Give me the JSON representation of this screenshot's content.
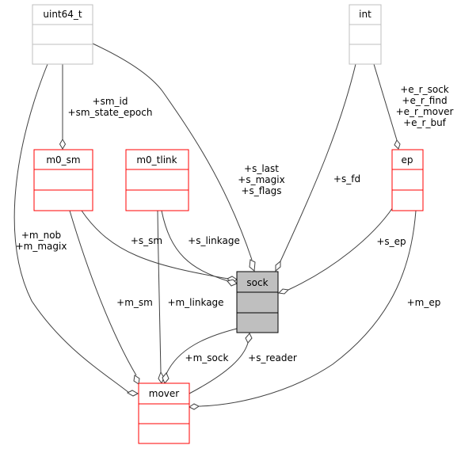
{
  "nodes": {
    "uint64_t": {
      "title": "uint64_t",
      "border": "#bfbfbf",
      "fill": "#ffffff"
    },
    "int": {
      "title": "int",
      "border": "#bfbfbf",
      "fill": "#ffffff"
    },
    "m0_sm": {
      "title": "m0_sm",
      "border": "#ff0000",
      "fill": "#ffffff"
    },
    "m0_tlink": {
      "title": "m0_tlink",
      "border": "#ff0000",
      "fill": "#ffffff"
    },
    "ep": {
      "title": "ep",
      "border": "#ff0000",
      "fill": "#ffffff"
    },
    "sock": {
      "title": "sock",
      "border": "#000000",
      "fill": "#bfbfbf"
    },
    "mover": {
      "title": "mover",
      "border": "#ff0000",
      "fill": "#ffffff"
    }
  },
  "edges": {
    "uint64_to_m0sm": [
      "+sm_id",
      "+sm_state_epoch"
    ],
    "uint64_to_sock": [
      "+s_last",
      "+s_magix",
      "+s_flags"
    ],
    "uint64_to_mover": [
      "+m_nob",
      "+m_magix"
    ],
    "int_to_ep": [
      "+e_r_sock",
      "+e_r_find",
      "+e_r_mover",
      "+e_r_buf"
    ],
    "int_to_sock": [
      "+s_fd"
    ],
    "m0sm_to_sock": [
      "+s_sm"
    ],
    "m0tlink_to_sock": [
      "+s_linkage"
    ],
    "ep_to_sock": [
      "+s_ep"
    ],
    "m0sm_to_mover": [
      "+m_sm"
    ],
    "m0tlink_to_mover": [
      "+m_linkage"
    ],
    "sock_to_mover": [
      "+m_sock"
    ],
    "mover_to_sock": [
      "+s_reader"
    ],
    "ep_to_mover": [
      "+m_ep"
    ]
  }
}
